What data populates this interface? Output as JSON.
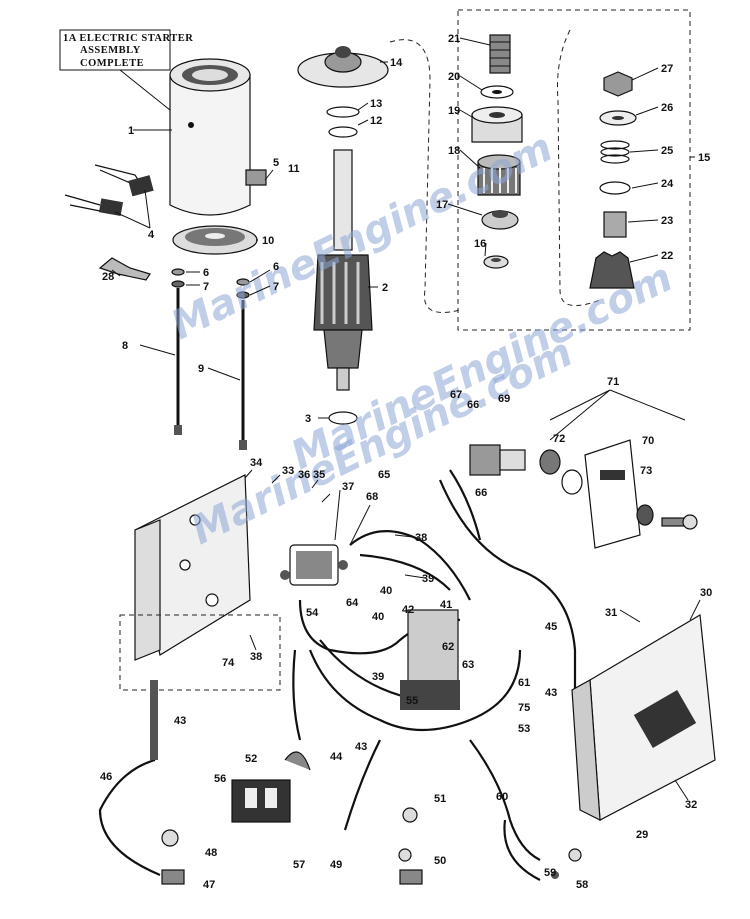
{
  "title_box": {
    "line1": "1A ELECTRIC STARTER",
    "line2": "ASSEMBLY",
    "line3": "COMPLETE"
  },
  "watermarks": [
    "MarineEngine.com",
    "MarineEngine.com",
    "MarineEngine.com"
  ],
  "callouts": [
    "1",
    "2",
    "3",
    "4",
    "5",
    "6",
    "6",
    "7",
    "7",
    "8",
    "9",
    "10",
    "11",
    "12",
    "13",
    "14",
    "15",
    "16",
    "17",
    "18",
    "19",
    "20",
    "21",
    "22",
    "23",
    "24",
    "25",
    "26",
    "27",
    "28",
    "29",
    "30",
    "31",
    "32",
    "33",
    "34",
    "35",
    "36",
    "37",
    "38",
    "38",
    "39",
    "39",
    "40",
    "40",
    "41",
    "42",
    "43",
    "43",
    "43",
    "44",
    "45",
    "46",
    "47",
    "48",
    "49",
    "50",
    "51",
    "52",
    "53",
    "54",
    "55",
    "56",
    "57",
    "58",
    "59",
    "60",
    "61",
    "62",
    "63",
    "64",
    "65",
    "66",
    "66",
    "67",
    "68",
    "69",
    "70",
    "71",
    "72",
    "73",
    "74",
    "75"
  ],
  "colors": {
    "ink": "#111111",
    "watermark": "#8fa7d6"
  }
}
